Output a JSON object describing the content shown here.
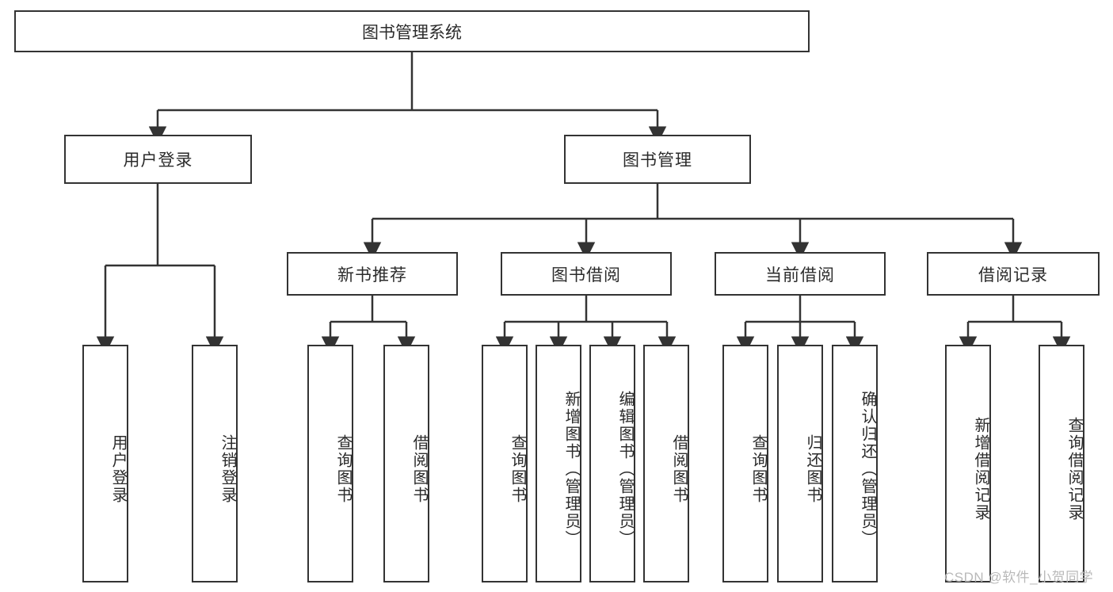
{
  "diagram": {
    "title": "图书管理系统",
    "type": "tree-hierarchy-chart",
    "watermark": "CSDN @软件_小贺同学",
    "colors": {
      "stroke": "#333333",
      "fill": "#ffffff",
      "text": "#2b2b2b",
      "watermark": "#b9b9b9"
    },
    "root": {
      "label": "图书管理系统"
    },
    "level2": [
      {
        "label": "用户登录"
      },
      {
        "label": "图书管理"
      }
    ],
    "level3": [
      {
        "label": "新书推荐"
      },
      {
        "label": "图书借阅"
      },
      {
        "label": "当前借阅"
      },
      {
        "label": "借阅记录"
      }
    ],
    "leaves": {
      "user_login": [
        {
          "label": "用户登录"
        },
        {
          "label": "注销登录"
        }
      ],
      "new_book_recommend": [
        {
          "label": "查询图书"
        },
        {
          "label": "借阅图书"
        }
      ],
      "book_borrow": [
        {
          "label": "查询图书"
        },
        {
          "label": "新增图书（管理员）"
        },
        {
          "label": "编辑图书（管理员）"
        },
        {
          "label": "借阅图书"
        }
      ],
      "current_borrow": [
        {
          "label": "查询图书"
        },
        {
          "label": "归还图书"
        },
        {
          "label": "确认归还（管理员）"
        }
      ],
      "borrow_record": [
        {
          "label": "新增借阅记录"
        },
        {
          "label": "查询借阅记录"
        }
      ]
    }
  }
}
